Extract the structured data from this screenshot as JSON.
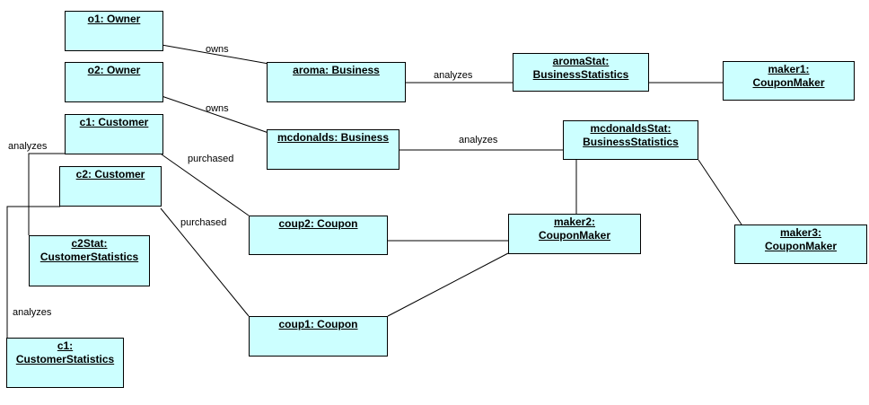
{
  "objects": {
    "o1": [
      "o1: Owner"
    ],
    "o2": [
      "o2: Owner"
    ],
    "c1": [
      "c1: Customer"
    ],
    "c2": [
      "c2: Customer"
    ],
    "aroma": [
      "aroma: Business"
    ],
    "mcdonalds": [
      "mcdonalds: Business"
    ],
    "aromaStat": [
      "aromaStat:",
      "BusinessStatistics"
    ],
    "mcdonaldsStat": [
      "mcdonaldsStat:",
      "BusinessStatistics"
    ],
    "maker1": [
      "maker1:",
      "CouponMaker"
    ],
    "maker2": [
      "maker2:",
      "CouponMaker"
    ],
    "maker3": [
      "maker3:",
      "CouponMaker"
    ],
    "coup2": [
      "coup2: Coupon"
    ],
    "coup1": [
      "coup1: Coupon"
    ],
    "c2Stat": [
      "c2Stat:",
      "CustomerStatistics"
    ],
    "c1Stat": [
      "c1:",
      "CustomerStatistics"
    ]
  },
  "links": {
    "owns1": "owns",
    "owns2": "owns",
    "analyzes_aroma": "analyzes",
    "analyzes_mcd": "analyzes",
    "purchased1": "purchased",
    "purchased2": "purchased",
    "analyzes_c1": "analyzes",
    "analyzes_c2": "analyzes"
  }
}
